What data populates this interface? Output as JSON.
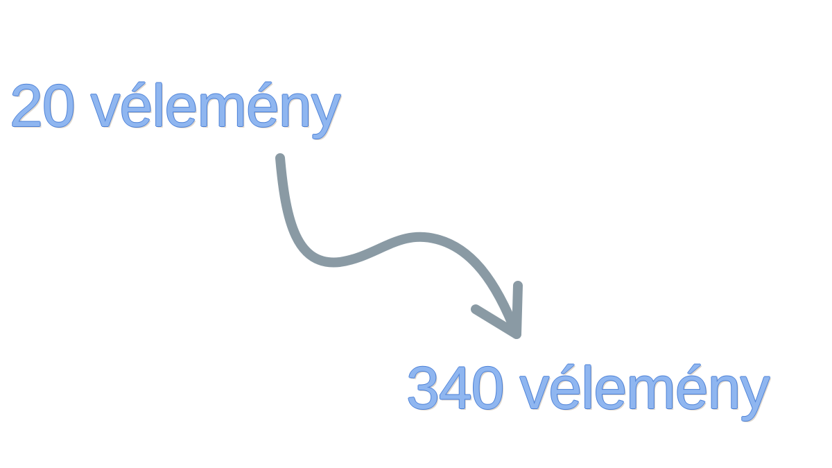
{
  "before": {
    "label": "20 vélemény"
  },
  "after": {
    "label": "340 vélemény"
  },
  "colors": {
    "text_fill": "#8fb6f0",
    "text_outline": "#4a7fd6",
    "arrow": "#8a9aa4",
    "background": "#ffffff"
  },
  "icons": {
    "arrow": "curved-arrow-down-right"
  }
}
